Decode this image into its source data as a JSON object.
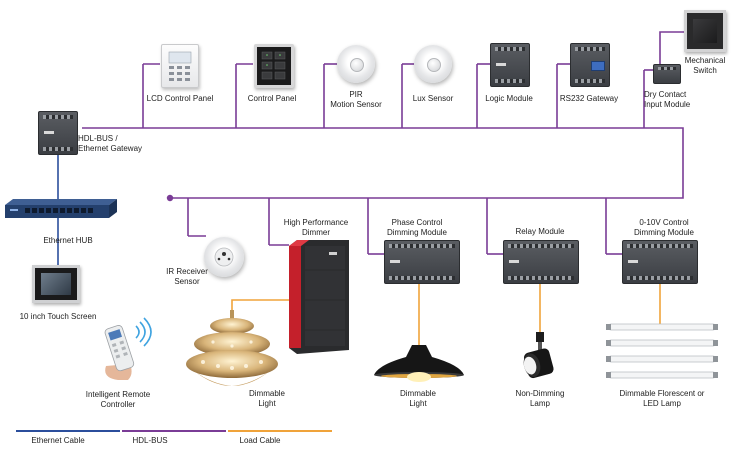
{
  "diagram": {
    "gateway": {
      "label_line1": "HDL-BUS /",
      "label_line2": "Ethernet Gateway"
    },
    "top_devices": {
      "lcd_panel": "LCD Control Panel",
      "control_panel": "Control Panel",
      "pir_line1": "PIR",
      "pir_line2": "Motion Sensor",
      "lux_sensor": "Lux Sensor",
      "logic_module": "Logic Module",
      "rs232_gateway": "RS232 Gateway",
      "dry_contact_line1": "Dry Contact",
      "dry_contact_line2": "Input Module",
      "mech_switch_line1": "Mechanical",
      "mech_switch_line2": "Switch"
    },
    "left_devices": {
      "ethernet_hub": "Ethernet HUB",
      "touch_screen": "10 inch Touch Screen",
      "remote_line1": "Intelligent Remote",
      "remote_line2": "Controller"
    },
    "bottom_devices": {
      "ir_line1": "IR Receiver",
      "ir_line2": "Sensor",
      "hp_dimmer_line1": "High Performance",
      "hp_dimmer_line2": "Dimmer",
      "phase_line1": "Phase Control",
      "phase_line2": "Dimming Module",
      "relay_module": "Relay Module",
      "ten_v_line1": "0-10V Control",
      "ten_v_line2": "Dimming Module",
      "chandelier_line1": "Dimmable",
      "chandelier_line2": "Light",
      "pendant_line1": "Dimmable",
      "pendant_line2": "Light",
      "spot_line1": "Non-Dimming",
      "spot_line2": "Lamp",
      "fluor_line1": "Dimmable Florescent or",
      "fluor_line2": "LED Lamp"
    },
    "legend": {
      "ethernet": "Ethernet Cable",
      "hdl_bus": "HDL-BUS",
      "load": "Load Cable"
    },
    "colors": {
      "ethernet": "#2b4e9c",
      "hdl_bus": "#7a3c96",
      "load": "#f0a33a"
    }
  }
}
